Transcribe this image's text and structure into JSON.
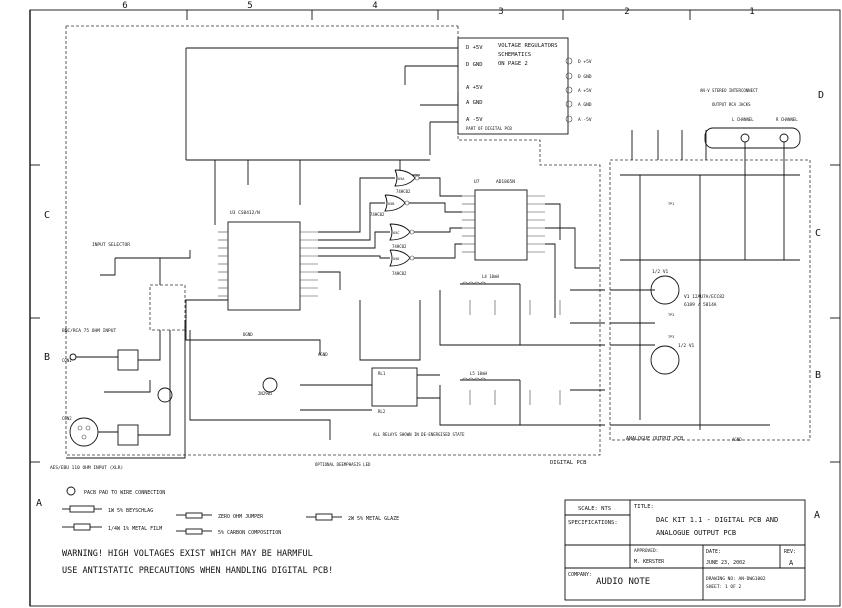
{
  "grid": {
    "columns": [
      "6",
      "5",
      "4",
      "3",
      "2",
      "1"
    ],
    "rows": [
      "D",
      "C",
      "B",
      "A"
    ]
  },
  "regulators": {
    "left_pins": [
      "D +5V",
      "D GND",
      "A +5V",
      "A GND",
      "A -5V"
    ],
    "title_lines": [
      "VOLTAGE REGULATORS",
      "SCHEMATICS",
      "ON PAGE 2"
    ],
    "right_pins": [
      "D +5V",
      "D GND",
      "A +5V",
      "A GND",
      "A -5V"
    ],
    "footer": "PART OF DIGITAL PCB"
  },
  "ic_labels": {
    "u3": "U3 CS8412/N",
    "u5": "U5",
    "u7": "U7",
    "ad": "AD1865N",
    "g1": "74HC02",
    "g2": "74HC02",
    "g3": "74HC02",
    "g4": "74HC02",
    "u5a": "U5A",
    "u5b": "U5B",
    "u5c": "U5C",
    "u5d": "U5D"
  },
  "digital_labels": {
    "input_selector": "INPUT SELECTOR",
    "bnc_input": "BNC/RCA 75 OHM INPUT",
    "xlr_input": "AES/EBU 110 OHM INPUT (XLR)",
    "con1": "CON1",
    "con2": "CON2",
    "relay_note": "ALL RELAYS SHOWN IN DE-ENERGISED STATE",
    "led_note": "OPTIONAL DEEMPHASIS LED",
    "digital_pcb": "DIGITAL PCB",
    "transistor": "2N2905",
    "rl1": "RL1",
    "rl2": "RL2",
    "l4": "L4 10mH",
    "l5": "L5 10mH",
    "agnd": "AGND",
    "dgnd": "DGND"
  },
  "analogue": {
    "interconnect": "AN-V STEREO INTERCONNECT",
    "output_jacks": "OUTPUT RCA JACKS",
    "l_channel": "L CHANNEL",
    "r_channel": "R CHANNEL",
    "tube_top": "1/2 V1",
    "tube_bottom": "1/2 V1",
    "tube_type_1": "V1 12AU7A/ECC82",
    "tube_type_2": "6189 / 5814A",
    "pcb_label": "ANALOGUE OUTPUT PCB",
    "agnd": "AGND",
    "tp1": "TP1",
    "tp2": "TP2",
    "tp3": "TP3"
  },
  "legend": {
    "pad": "PACB PAD TO WIRE CONNECTION",
    "r1": "1W 5% BEYSCHLAG",
    "r2": "1/4W 1% METAL FILM",
    "r3": "ZERO OHM JUMPER",
    "r4": "5% CARBON COMPOSITION",
    "r5": "2W 5% METAL GLAZE"
  },
  "warnings": [
    "WARNING! HIGH VOLTAGES EXIST WHICH MAY BE HARMFUL",
    "USE ANTISTATIC PRECAUTIONS WHEN HANDLING DIGITAL PCB!"
  ],
  "title_block": {
    "scale_label": "SCALE: NTS",
    "specifications_label": "SPECIFICATIONS:",
    "title_label": "TITLE:",
    "title_lines": [
      "DAC KIT 1.1 - DIGITAL PCB AND",
      "ANALOGUE OUTPUT PCB"
    ],
    "approved_label": "APPROVED:",
    "approved_value": "M. KERSTER",
    "date_label": "DATE:",
    "date_value": "JUNE 23, 2002",
    "rev_label": "REV:",
    "rev_value": "A",
    "company_label": "COMPANY:",
    "company_value": "AUDIO NOTE",
    "drawing_no": "DRAWING NO: AN-DWG1002",
    "sheet": "SHEET: 1 OF 2"
  }
}
